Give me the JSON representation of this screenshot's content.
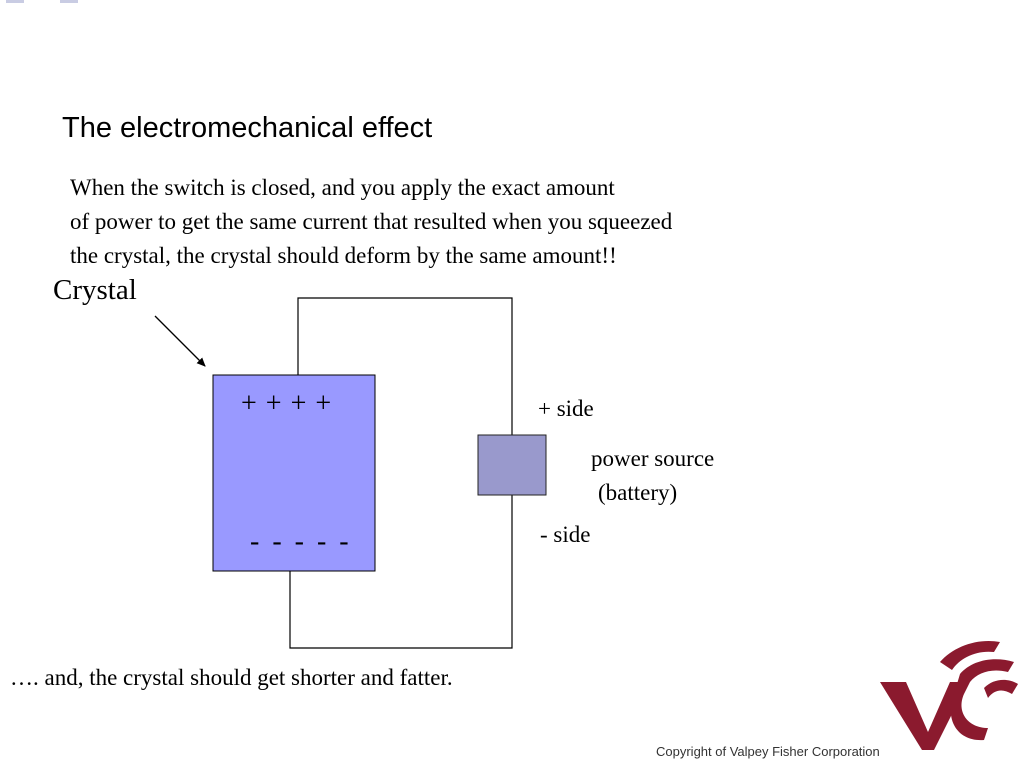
{
  "slide": {
    "title": "The electromechanical effect",
    "paragraph_lines": [
      "When the switch is closed, and you apply the exact amount",
      "of power to get the same current that resulted when you squeezed",
      "the crystal, the crystal should deform by the same amount!!"
    ],
    "conclusion": "…. and, the crystal should get shorter and fatter.",
    "copyright": "Copyright of Valpey Fisher Corporation"
  },
  "diagram": {
    "crystal_label": "Crystal",
    "crystal_top_charges": "+ + + +",
    "crystal_bottom_charges": "- - - - -",
    "positive_side_label": "+ side",
    "negative_side_label": "- side",
    "power_source_label_line1": "power source",
    "power_source_label_line2": "(battery)"
  },
  "colors": {
    "crystal_fill": "#9999ff",
    "battery_fill": "#9999cc",
    "wire": "#000000",
    "logo": "#8b1a2e"
  },
  "logo": {
    "icon": "vfc-logo-icon"
  }
}
